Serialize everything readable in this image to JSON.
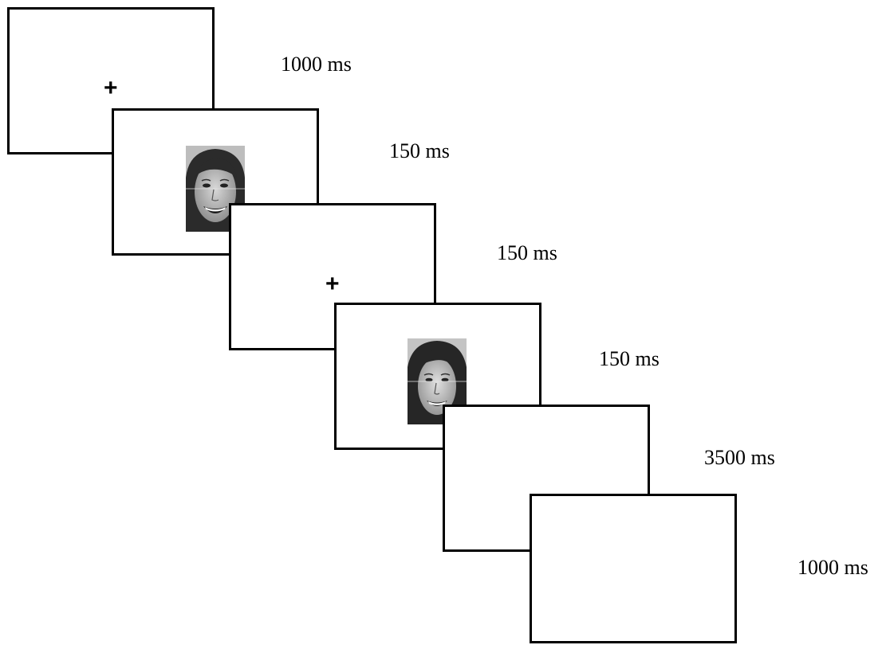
{
  "trial_sequence": {
    "screens": [
      {
        "content": "fixation",
        "fixation_symbol": "+",
        "duration": "1000 ms"
      },
      {
        "content": "face",
        "face_image": "smiling-face-photo-1",
        "duration": "150 ms"
      },
      {
        "content": "fixation",
        "fixation_symbol": "+",
        "duration": "150 ms"
      },
      {
        "content": "face",
        "face_image": "smiling-face-photo-2",
        "duration": "150 ms"
      },
      {
        "content": "blank",
        "duration": "3500 ms"
      },
      {
        "content": "blank",
        "duration": "1000 ms"
      }
    ]
  }
}
